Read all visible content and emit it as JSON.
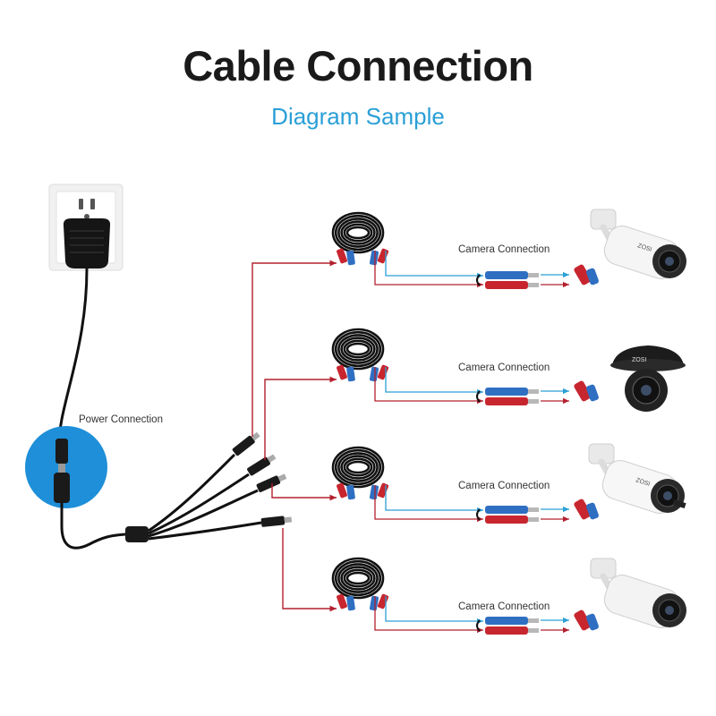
{
  "title": "Cable Connection",
  "subtitle": "Diagram Sample",
  "power_label": "Power Connection",
  "camera_labels": [
    "Camera Connection",
    "Camera Connection",
    "Camera Connection",
    "Camera Connection"
  ],
  "camera_brand": "ZOSI",
  "colors": {
    "title": "#1a1a1a",
    "subtitle": "#2a9fd6",
    "power_circle": "#1e8fd8",
    "power_arrow": "#b3202e",
    "video_arrow": "#2a9fd6",
    "cable": "#111111"
  }
}
